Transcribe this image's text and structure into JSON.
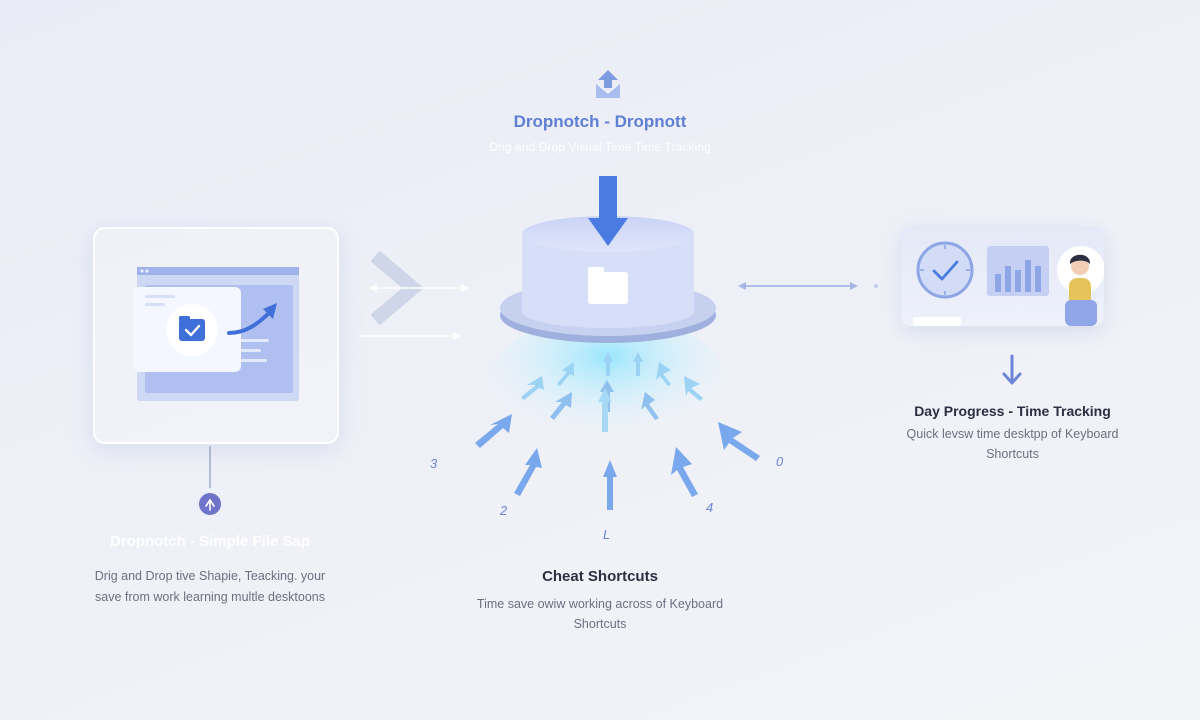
{
  "header": {
    "title": "Dropnotch - Dropnott",
    "subtitle": "Drig and Drop Visual Time Time Tracking"
  },
  "left_panel": {
    "title": "Dropnotch - Simple File Sap",
    "description": "Drig and Drop tive Shapie, Teacking. your save from work learning multle desktoons"
  },
  "center_panel": {
    "title": "Cheat Shortcuts",
    "description": "Time save owiw working across of Keyboard Shortcuts"
  },
  "right_panel": {
    "title": "Day Progress - Time Tracking",
    "description": "Quick levsw time desktpp of Keyboard Shortcuts"
  },
  "numbers": {
    "n1": "3",
    "n2": "2",
    "n3": "L",
    "n4": "4",
    "n5": "0"
  },
  "colors": {
    "accent": "#5f7fd4",
    "arrow_blue": "#4a7be0",
    "glow_cyan": "#7fe3ff",
    "text_dark": "#2b2f42",
    "text_muted": "#6b6f80"
  }
}
